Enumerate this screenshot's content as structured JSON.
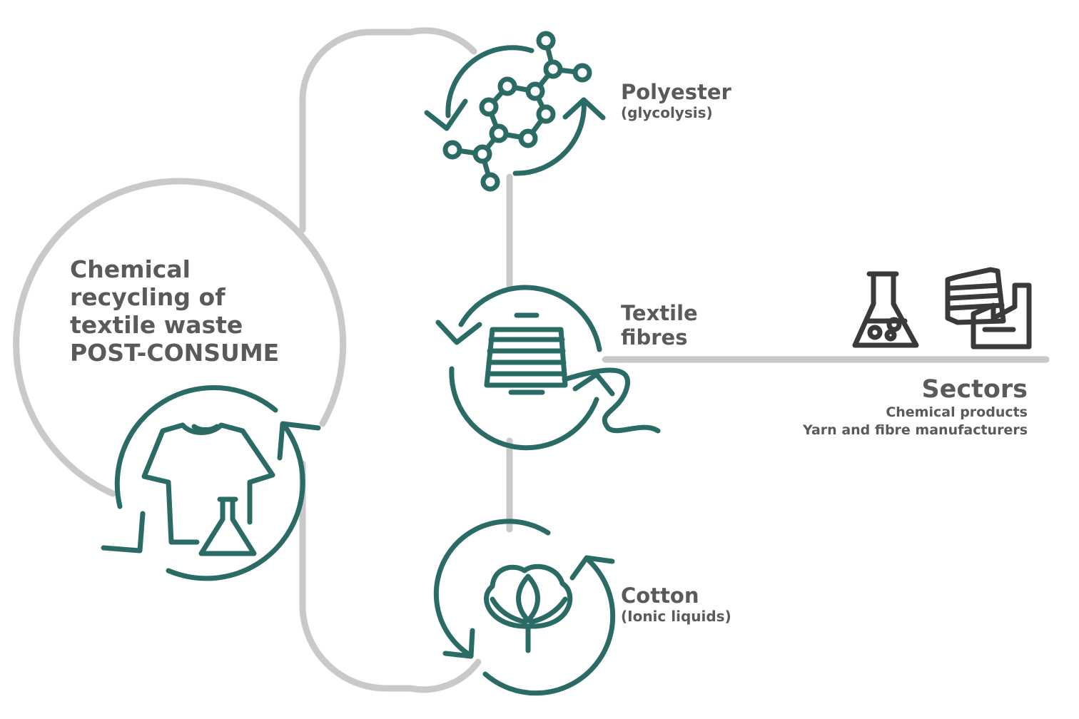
{
  "main": {
    "title_lines": [
      "Chemical",
      "recycling of",
      "textile waste",
      "POST-CONSUME"
    ]
  },
  "nodes": {
    "polyester": {
      "title": "Polyester",
      "subtitle": "(glycolysis)"
    },
    "textile": {
      "title_lines": [
        "Textile",
        "fibres"
      ]
    },
    "cotton": {
      "title": "Cotton",
      "subtitle": "(Ionic liquids)"
    }
  },
  "sectors": {
    "title": "Sectors",
    "items": [
      "Chemical products",
      "Yarn and fibre manufacturers"
    ]
  },
  "colors": {
    "teal": "#2b6b65",
    "gray_line": "#c8c9c8",
    "text": "#5a5a5a",
    "icon_dark": "#3a3a3a"
  }
}
